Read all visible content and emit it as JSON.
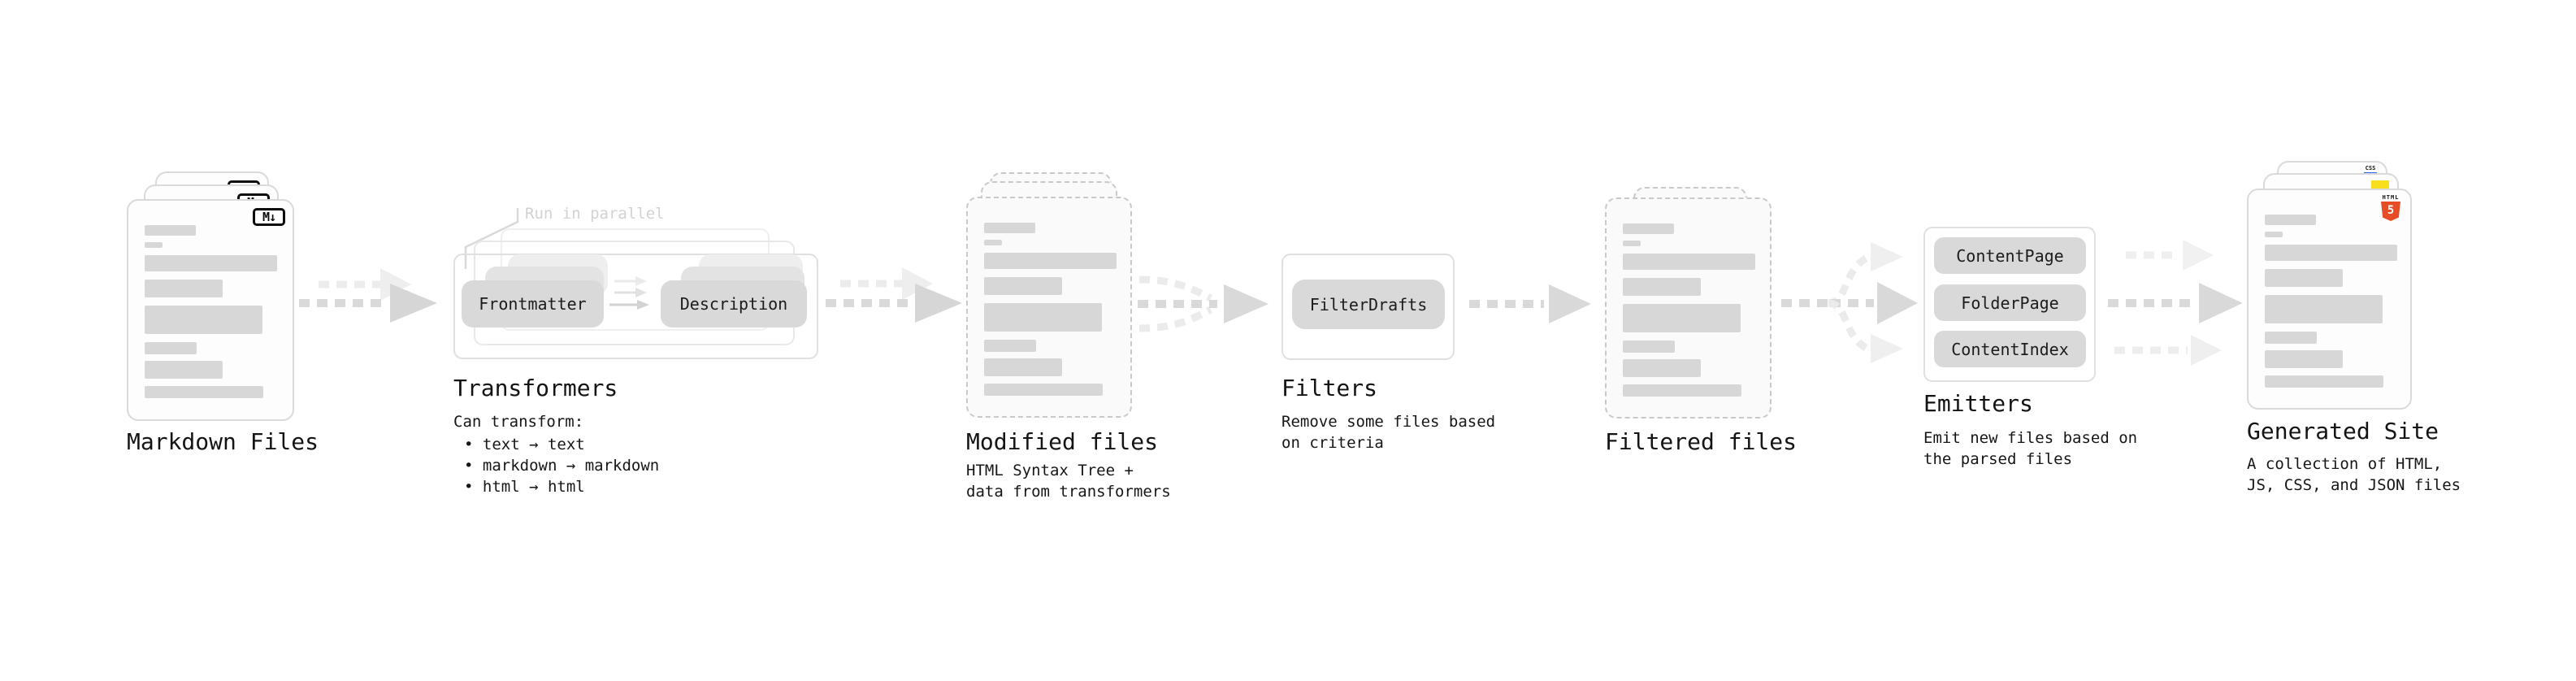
{
  "stages": {
    "markdown_files": {
      "title": "Markdown Files",
      "badge": "M↓"
    },
    "transformers": {
      "title": "Transformers",
      "annotation": "Run in parallel",
      "box1": "Frontmatter",
      "box2": "Description",
      "caption": "Can transform:",
      "bullets": [
        "• text → text",
        "• markdown → markdown",
        "• html → html"
      ]
    },
    "modified_files": {
      "title": "Modified files",
      "subtitle": [
        "HTML Syntax Tree +",
        "data from transformers"
      ]
    },
    "filters": {
      "title": "Filters",
      "box1": "FilterDrafts",
      "subtitle": [
        "Remove some files based",
        "on criteria"
      ]
    },
    "filtered_files": {
      "title": "Filtered files"
    },
    "emitters": {
      "title": "Emitters",
      "box1": "ContentPage",
      "box2": "FolderPage",
      "box3": "ContentIndex",
      "subtitle": [
        "Emit new files based on",
        "the parsed files"
      ]
    },
    "generated_site": {
      "title": "Generated Site",
      "subtitle": [
        "A collection of HTML,",
        "JS, CSS, and JSON files"
      ],
      "badge_html_label": "HTML",
      "badge_html_number": "5",
      "badge_css_label": "CSS"
    }
  },
  "colors": {
    "html5_orange": "#e44d26",
    "js_yellow": "#f7df1e",
    "css_blue": "#2d65f2",
    "arrow_dark": "#d9d9d9",
    "arrow_light": "#ececec"
  }
}
